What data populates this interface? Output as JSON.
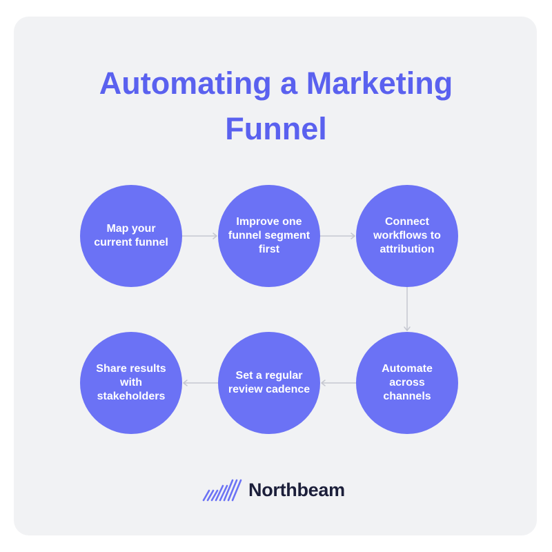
{
  "title": "Automating a Marketing Funnel",
  "steps": [
    "Map your current funnel",
    "Improve one funnel segment first",
    "Connect workflows to attribution",
    "Automate across channels",
    "Set a regular review cadence",
    "Share results with stakeholders"
  ],
  "brand": {
    "name": "Northbeam",
    "logo_icon": "northbeam-logo-icon"
  },
  "colors": {
    "title": "#5a61ef",
    "step_fill": "#6b72f5",
    "step_text": "#ffffff",
    "connector": "#c5c7d0",
    "background": "#f1f2f4",
    "brand_text": "#1c1f3a"
  }
}
